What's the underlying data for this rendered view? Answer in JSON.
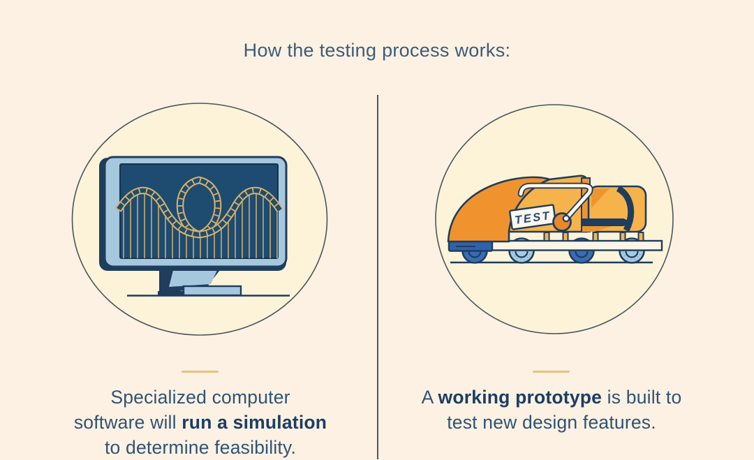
{
  "page": {
    "title": "How the testing process works:"
  },
  "columns": [
    {
      "id": "simulation",
      "illustration": "computer-monitor-roller-coaster-simulation",
      "caption_lines": [
        [
          {
            "text": "Specialized computer",
            "bold": false
          }
        ],
        [
          {
            "text": "software will ",
            "bold": false
          },
          {
            "text": "run a simulation",
            "bold": true
          }
        ],
        [
          {
            "text": "to determine feasibility.",
            "bold": false
          }
        ]
      ]
    },
    {
      "id": "prototype",
      "illustration": "roller-coaster-test-prototype-car",
      "caption_lines": [
        [
          {
            "text": "A ",
            "bold": false
          },
          {
            "text": "working prototype",
            "bold": true
          },
          {
            "text": " is built to",
            "bold": false
          }
        ],
        [
          {
            "text": "test new design features.",
            "bold": false
          }
        ]
      ]
    }
  ],
  "illustrations": {
    "test_label": "TEST"
  },
  "palette": {
    "background": "#fdf1e3",
    "circle_fill": "#fcf3d9",
    "circle_outline": "#4a545c",
    "navy_outline": "#1f3d5c",
    "title_text": "#3b5c7a",
    "body_text": "#2e5474",
    "bold_text": "#1c3e62",
    "gold_accent": "#e6c27b",
    "track_gold": "#d9b269",
    "screen_navy": "#1e4b70",
    "monitor_blue": "#a5c8de",
    "car_orange": "#f6b34c",
    "car_orange_dark": "#f0932f",
    "knob_orange": "#e8872b",
    "bumper_blue": "#2f62ae",
    "wheel_blue": "#3a6cb4",
    "wheel_light_blue": "#a6cbe2",
    "platform_cream": "#fbf5e7"
  }
}
